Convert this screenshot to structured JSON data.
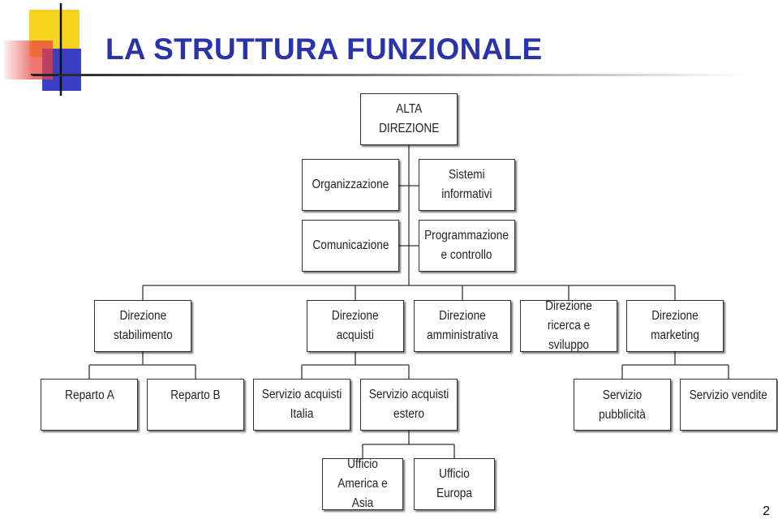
{
  "slide": {
    "title": "LA STRUTTURA FUNZIONALE",
    "page_number": "2",
    "accent_colors": {
      "title": "#2b33a8",
      "yellow": "#f5d320",
      "red": "#e8453c",
      "blue": "#3a3fc4"
    }
  },
  "org_chart": {
    "top": "ALTA\nDIREZIONE",
    "staff": {
      "organizzazione": "Organizzazione",
      "sistemi_informativi": "Sistemi\ninformativi",
      "comunicazione": "Comunicazione",
      "programmazione": "Programmazione\ne controllo"
    },
    "directions": {
      "stabilimento": "Direzione\nstabilimento",
      "acquisti": "Direzione\nacquisti",
      "amministrativa": "Direzione\namministrativa",
      "ricerca": "Direzione\nricerca e sviluppo",
      "marketing": "Direzione\nmarketing"
    },
    "units": {
      "reparto_a": "Reparto A",
      "reparto_b": "Reparto B",
      "servizio_acquisti_italia": "Servizio acquisti\nItalia",
      "servizio_acquisti_estero": "Servizio acquisti\nestero",
      "servizio_pubblicita": "Servizio pubblicità",
      "servizio_vendite": "Servizio vendite"
    },
    "offices": {
      "america_asia": "Ufficio\nAmerica e Asia",
      "europa": "Ufficio\nEuropa"
    }
  }
}
